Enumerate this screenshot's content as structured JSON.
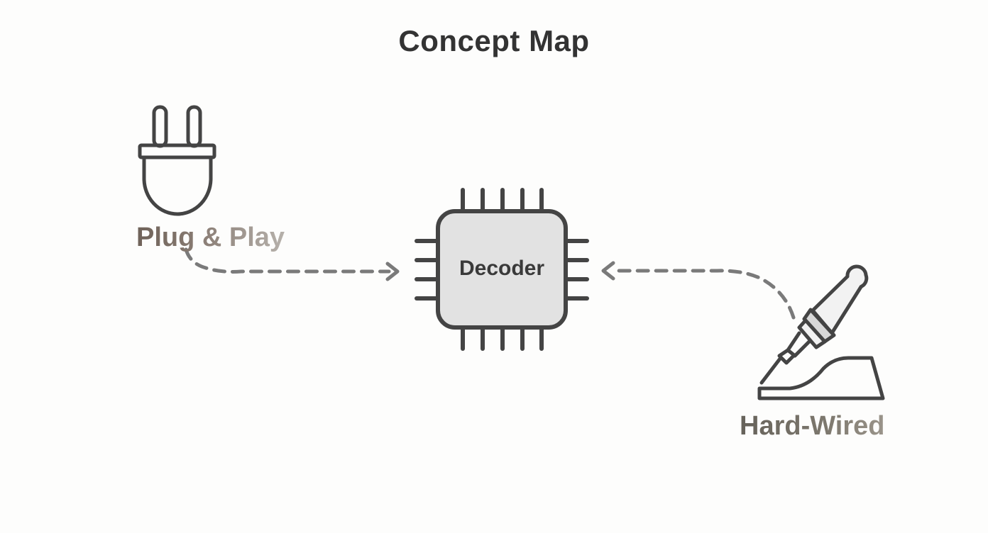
{
  "title": "Concept Map",
  "nodes": {
    "plug_play": {
      "label": "Plug & Play",
      "icon": "plug-icon"
    },
    "decoder": {
      "label": "Decoder",
      "icon": "chip-icon"
    },
    "hard_wired": {
      "label": "Hard-Wired",
      "icon": "soldering-iron-icon"
    }
  },
  "edges": [
    {
      "from": "plug_play",
      "to": "decoder",
      "style": "dashed"
    },
    {
      "from": "hard_wired",
      "to": "decoder",
      "style": "dashed"
    }
  ],
  "colors": {
    "stroke": "#444444",
    "edge": "#7a7a7a",
    "chip_fill": "#e2e2e2",
    "background": "#fdfdfc"
  }
}
